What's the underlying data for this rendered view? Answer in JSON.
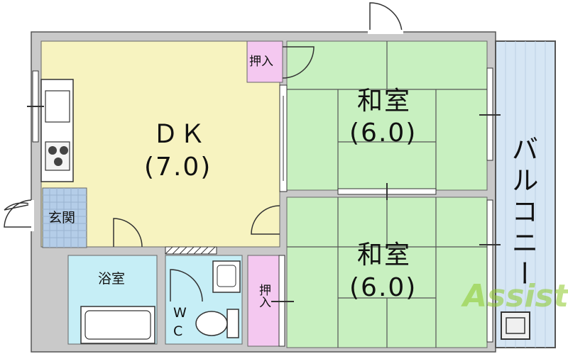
{
  "rooms": {
    "dk_name": "ＤＫ",
    "dk_size": "(7.0)",
    "washitsu_upper_name": "和室",
    "washitsu_upper_size": "(6.0)",
    "washitsu_lower_name": "和室",
    "washitsu_lower_size": "(6.0)",
    "balcony": "バルコニー",
    "entrance": "玄関",
    "bath": "浴室",
    "wc_line1": "W",
    "wc_line2": "C",
    "closet_upper": "押入",
    "closet_lower": "押入"
  },
  "watermark": "Assist",
  "colors": {
    "dk": "#f7f3c0",
    "washitsu": "#c8f0c0",
    "closet": "#f4c8f0",
    "wet": "#c6eef6",
    "entrance": "#b4cde8",
    "balcony": "#d6e6f4",
    "wall": "#c9c9c9"
  }
}
